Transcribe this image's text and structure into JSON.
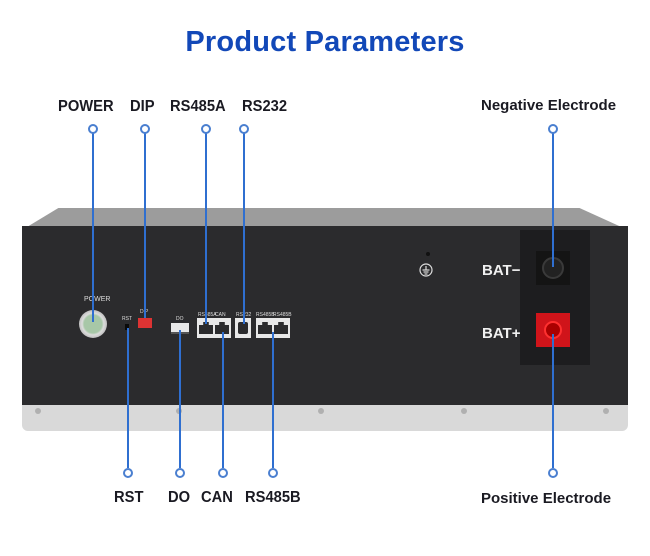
{
  "title": "Product Parameters",
  "top_labels": {
    "power": "POWER",
    "dip": "DIP",
    "rs485a": "RS485A",
    "rs232": "RS232",
    "negative": "Negative Electrode"
  },
  "bottom_labels": {
    "rst": "RST",
    "do": "DO",
    "can": "CAN",
    "rs485b": "RS485B",
    "positive": "Positive Electrode"
  },
  "panel": {
    "power": "POWER",
    "rst": "RST",
    "dip": "DIP",
    "do": "DO",
    "rs485a": "RS485A",
    "can": "CAN",
    "rs232": "RS232",
    "rs485b_1": "RS485B",
    "rs485b_2": "RS485B",
    "bat_minus": "BAT−",
    "bat_plus": "BAT+"
  },
  "colors": {
    "title": "#1248b8",
    "callout_line": "#2f6fd0",
    "chassis": "#2b2b2d",
    "bat_plus_connector": "#d0141a"
  }
}
